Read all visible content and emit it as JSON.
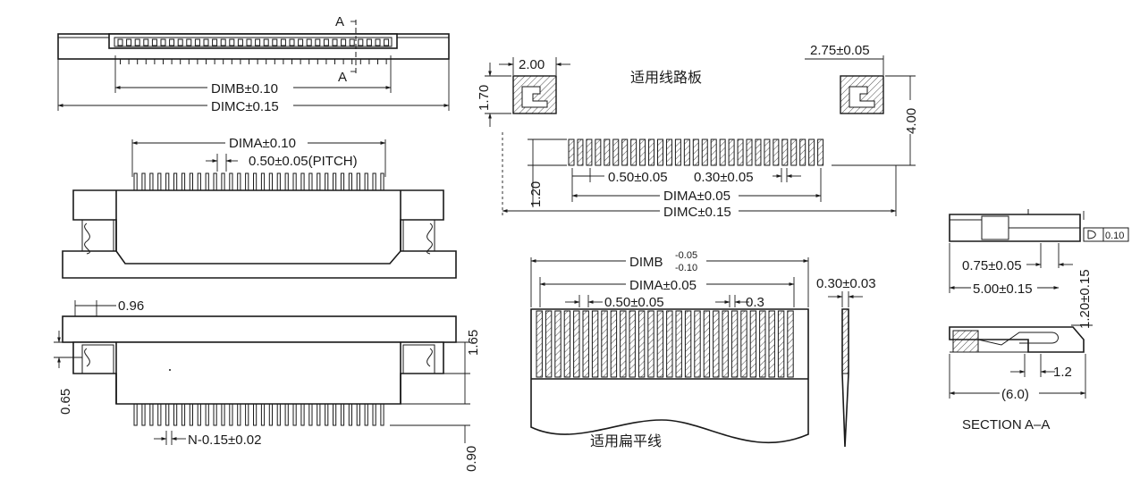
{
  "labels": {
    "section_mark": "A",
    "dimb_010": "DIMB±0.10",
    "dimc_015": "DIMC±0.15",
    "dima_010": "DIMA±0.10",
    "pitch": "0.50±0.05(PITCH)",
    "d096": "0.96",
    "d165": "1.65",
    "d065": "0.65",
    "d090": "0.90",
    "n_width": "N-0.15±0.02",
    "pad_w": "2.00",
    "pad_h": "1.70",
    "pcb_title": "适用线路板",
    "d275": "2.75±0.05",
    "d400": "4.00",
    "d120": "1.20",
    "pcb_pitch": "0.50±0.05",
    "pcb_pad": "0.30±0.05",
    "dima_005": "DIMA±0.05",
    "dimc_015b": "DIMC±0.15",
    "dimb_tol_label": "DIMB",
    "dimb_tol_upper": "-0.05",
    "dimb_tol_lower": "-0.10",
    "ffc_pitch": "0.50±0.05",
    "ffc_03": "0.3",
    "ffc_thick": "0.30±0.03",
    "ffc_title": "适用扁平线",
    "flat_tol": "0.10",
    "d075": "0.75±0.05",
    "d500": "5.00±0.15",
    "d120b": "1.20±0.15",
    "d12": "1.2",
    "d60": "(6.0)",
    "section_title": "SECTION A–A"
  }
}
